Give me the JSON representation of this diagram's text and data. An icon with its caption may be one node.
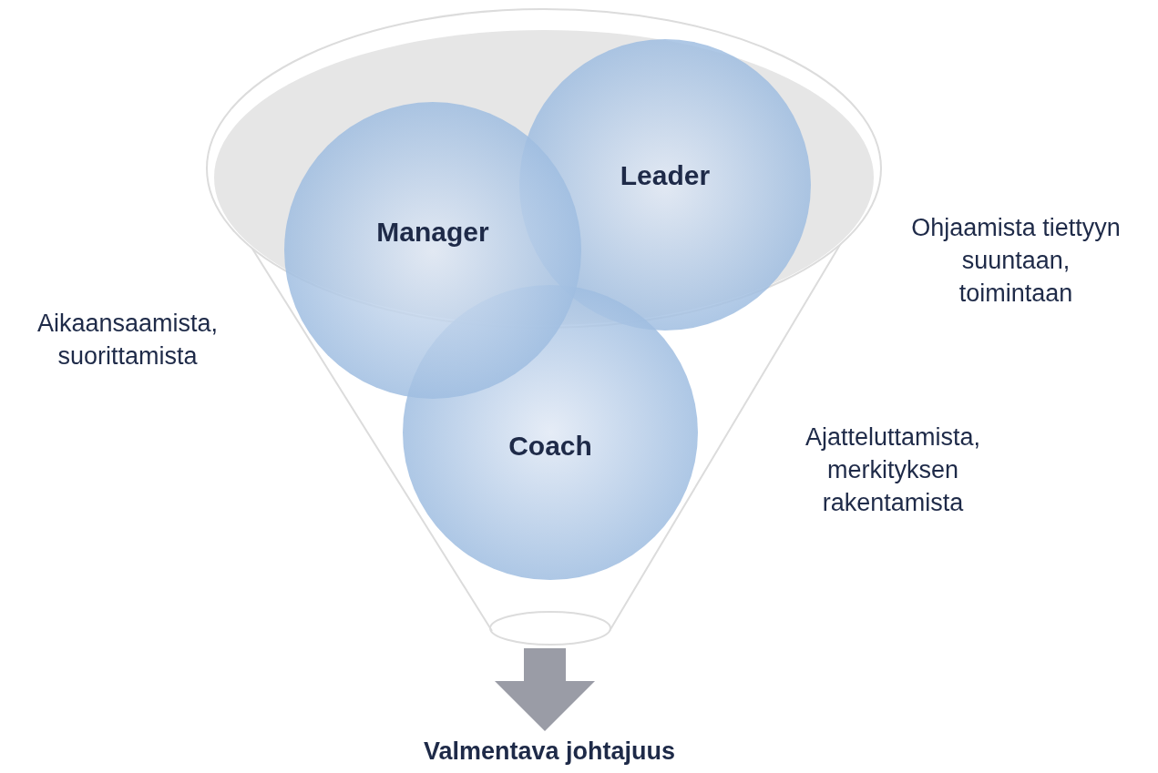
{
  "diagram": {
    "nodes": [
      {
        "text": [],
        "shape": "funnel"
      },
      {
        "text": [
          "Leader"
        ],
        "in": 0
      },
      {
        "text": [
          "Manager"
        ]
      },
      {
        "text": [
          "Coach"
        ]
      },
      {
        "text": [
          "Valmentava johtajuus"
        ]
      }
    ],
    "edges": [
      {
        "from": 0,
        "to": 4,
        "arrow": "to"
      }
    ],
    "labels": [
      "Ohjaamista tiettyyn suuntaan, toimintaan",
      "Aikaansaamista, suorittamista",
      "Ajatteluttamista, merkityksen rakentamista"
    ]
  }
}
